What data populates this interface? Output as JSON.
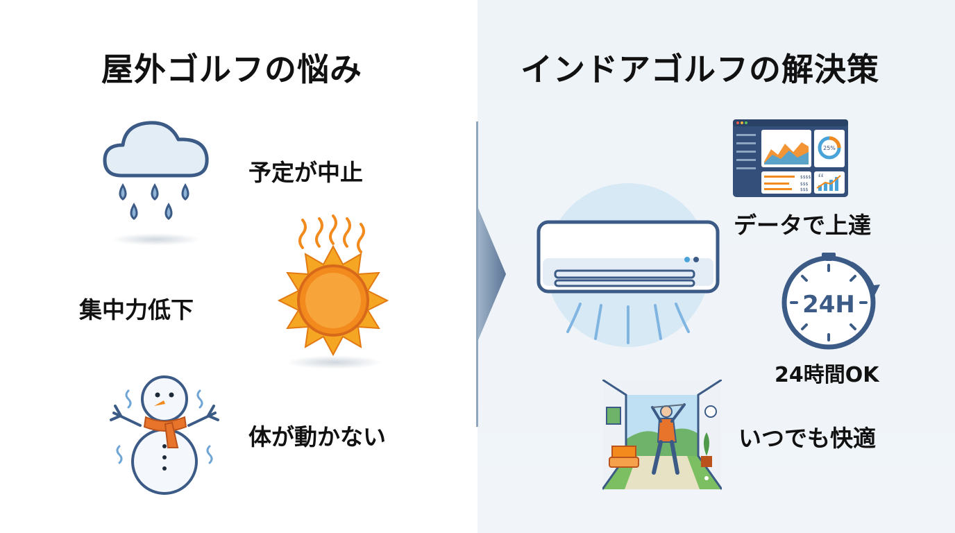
{
  "left": {
    "heading": "屋外ゴルフの悩み",
    "items": [
      {
        "label": "予定が中止",
        "icon": "rain-cloud-icon"
      },
      {
        "label": "集中力低下",
        "icon": "hot-sun-icon"
      },
      {
        "label": "体が動かない",
        "icon": "snowman-icon"
      }
    ]
  },
  "right": {
    "heading": "インドアゴルフの解決策",
    "items": [
      {
        "label": "データで上達",
        "icon": "dashboard-icon"
      },
      {
        "label": "24時間OK",
        "icon": "clock-24h-icon",
        "icon_text": "24H"
      },
      {
        "label": "いつでも快適",
        "icon": "indoor-golfer-icon"
      }
    ],
    "center_icon": "air-conditioner-icon",
    "dashboard_text": {
      "percent": "25%",
      "mini": "££",
      "bars": [
        "$$$$",
        "$$$",
        "$$$"
      ]
    }
  },
  "colors": {
    "accent": "#3b5b86",
    "sun": "#f28a1e",
    "scarf": "#e8742c",
    "panel": "#eef3f8"
  }
}
